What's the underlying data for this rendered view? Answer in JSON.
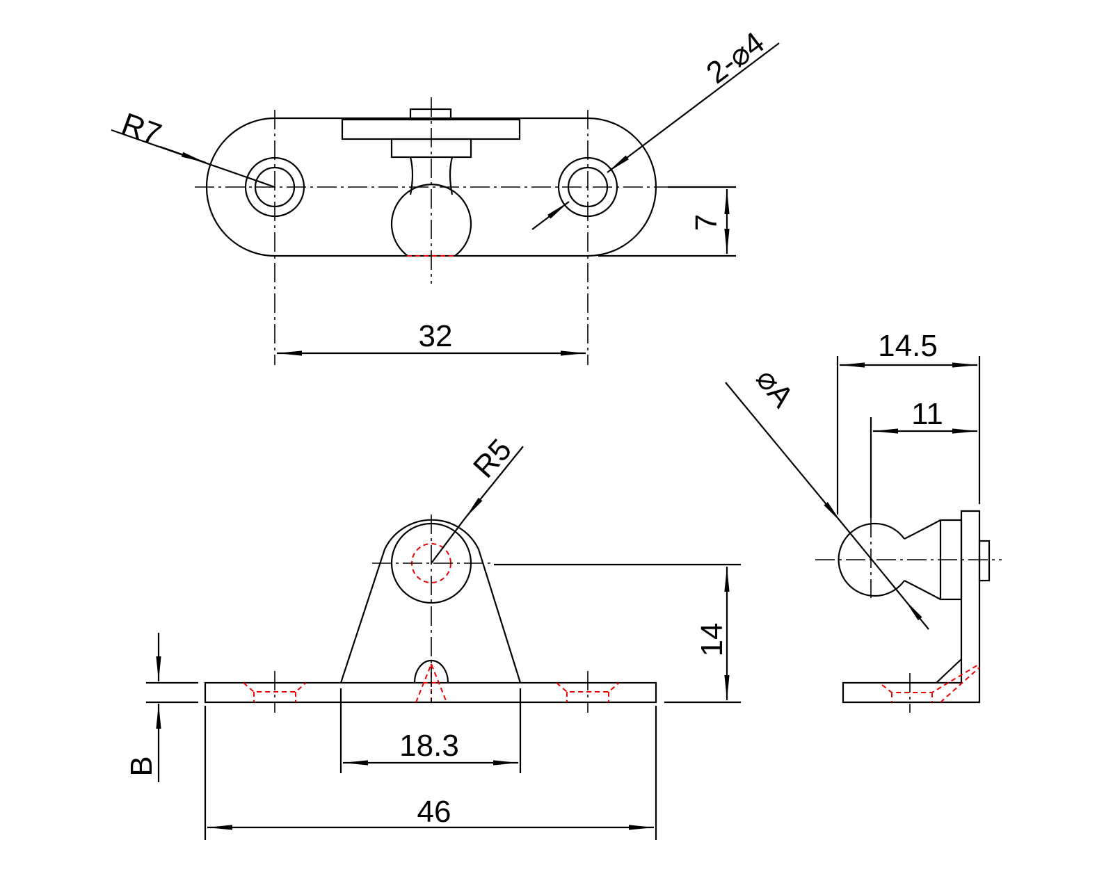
{
  "labels": {
    "r7": "R7",
    "holes": "2-⌀4",
    "dim_7": "7",
    "dim_32": "32",
    "r5": "R5",
    "dim_14": "14",
    "dim_b": "B",
    "dim_18_3": "18.3",
    "dim_46": "46",
    "dim_14_5": "14.5",
    "dim_11": "11",
    "phi_a": "⌀A"
  },
  "colors": {
    "line": "#000000",
    "hidden": "#ee0000"
  }
}
